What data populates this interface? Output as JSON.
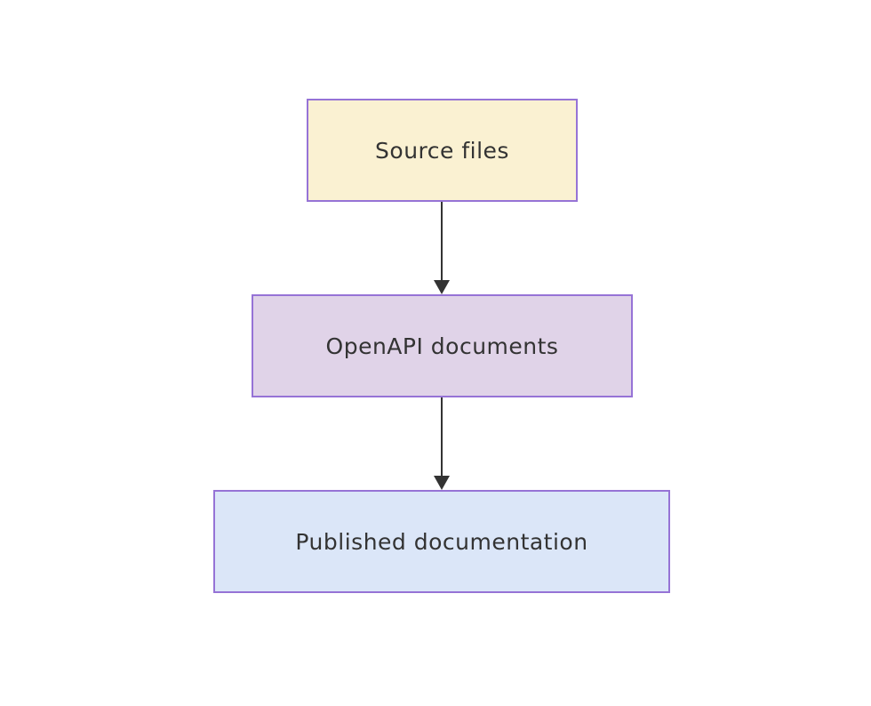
{
  "diagram": {
    "type": "flowchart",
    "direction": "top-down",
    "background_color": "#ffffff",
    "node_border_color": "#9673D6",
    "node_text_color": "#333333",
    "arrow_color": "#333333",
    "nodes": [
      {
        "id": "source",
        "label": "Source files",
        "fill": "#FAF1D2"
      },
      {
        "id": "openapi",
        "label": "OpenAPI documents",
        "fill": "#E0D3E8"
      },
      {
        "id": "published",
        "label": "Published documentation",
        "fill": "#DBE6F8"
      }
    ],
    "edges": [
      {
        "from": "source",
        "to": "openapi",
        "style": "arrow-down"
      },
      {
        "from": "openapi",
        "to": "published",
        "style": "arrow-down"
      }
    ]
  }
}
